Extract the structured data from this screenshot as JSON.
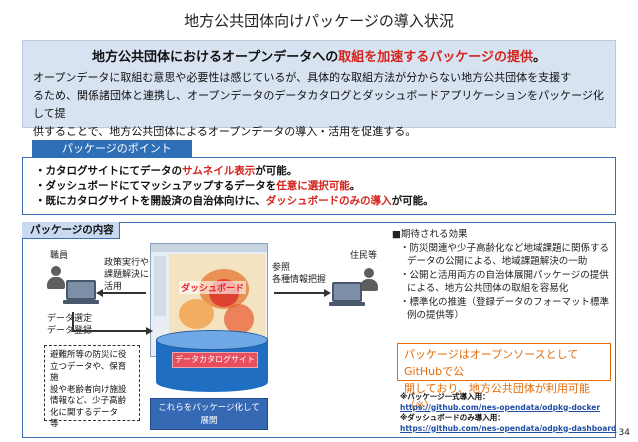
{
  "title": "地方公共団体向けパッケージの導入状況",
  "lead": {
    "heading_before": "地方公共団体におけるオープンデータへの",
    "heading_red": "取組を加速するパッケージの提供",
    "heading_after": "。",
    "line1": "オープンデータに取組む意思や必要性は感じているが、具体的な取組方法が分からない地方公共団体を支援す",
    "line2": "るため、関係諸団体と連携し、オープンデータのデータカタログとダッシュボードアプリケーションをパッケージ化して提",
    "line3": "供することで、地方公共団体によるオープンデータの導入・活用を促進する。"
  },
  "points": {
    "tab": "パッケージのポイント",
    "items": [
      {
        "a": "・カタログサイトにてデータの",
        "red": "サムネイル表示",
        "b": "が可能。"
      },
      {
        "a": "・ダッシュボードにてマッシュアップするデータを",
        "red": "任意に選択可能",
        "b": "。"
      },
      {
        "a": "・既にカタログサイトを開設済の自治体向けに、",
        "red": "ダッシュボードのみの導入",
        "b": "が可能。"
      }
    ]
  },
  "content": {
    "tab": "パッケージの内容",
    "staff_label": "職員",
    "staff_note_1": "政策実行や",
    "staff_note_2": "課題解決に",
    "staff_note_3": "活用",
    "residents_label": "住民等",
    "residents_note_1": "参照",
    "residents_note_2": "各種情報把握",
    "dashboard_label": "ダッシュボード",
    "data_select_1": "データ選定",
    "data_select_2": "データ登録",
    "catalog_label": "データカタログサイト",
    "package_label_1": "これらをパッケージ化して",
    "package_label_2": "展開",
    "example_data": [
      "避難所等の防災に役",
      "立つデータや、保育施",
      "設や老齢者向け施設",
      "情報など、少子高齢",
      "化に関するデータ　等"
    ]
  },
  "effects": {
    "heading": "■期待される効果",
    "items": [
      "・防災関連や少子高齢化など地域課題に関係するデータの公開による、地域課題解決の一助",
      "・公開と活用両方の自治体展開パッケージの提供による、地方公共団体の取組を容易化",
      "・標準化の推進（登録データのフォーマット標準例の提供等）"
    ]
  },
  "github": {
    "line1": "パッケージはオープンソースとしてGitHubで公",
    "line2": "開しており、地方公共団体が利用可能（※）"
  },
  "links": {
    "full_label": "※パッケージ一式導入用：",
    "full_url": "https://github.com/nes-opendata/odpkg-docker",
    "dash_label": "※ダッシュボードのみ導入用：",
    "dash_url": "https://github.com/nes-opendata/odpkg-dashboard"
  },
  "page_number": "34",
  "colors": {
    "accent_blue": "#2f6fb8",
    "highlight_red": "#d6231c",
    "github_orange": "#e36c0a",
    "lead_bg": "#d8e3f2"
  }
}
